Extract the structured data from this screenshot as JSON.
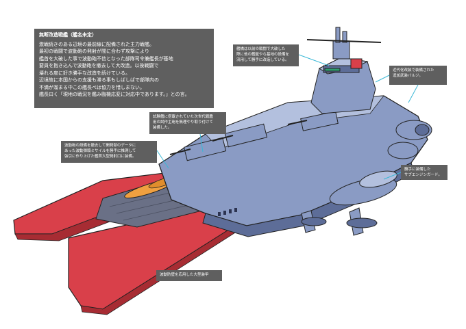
{
  "title": "無断改造戦艦（艦名未定）",
  "description": [
    "激戦続きのある辺境の最前線に配備された主力戦艦。",
    "最初の戦闘で波動砲の発射が間に合わず攻撃により",
    "艦首を大破した事で波動砲不信となった部隊司令兼艦長が基地",
    "要員を抱き込んで波動砲を撤去して大改造。以後戦闘で",
    "壊れる度に好き勝手な改造を続けている。",
    "辺境故に本国からの支援も滞る事もしばしばで部隊内の",
    "不満が溜まる中この艦長ぺは協力を惜しまない。",
    "艦長曰く「現地の戦況を鑑み臨機応変に対応中であります。」との言。"
  ],
  "annotations": {
    "bridge": [
      "艦橋は以前の戦闘で大破した",
      "際に他の艦艇やら基地の設備を",
      "流用して勝手に改造している。"
    ],
    "sensor": [
      "近代化改装で装備された",
      "追加武装バルジ。"
    ],
    "engine": [
      "試験艦に搭載されていた次世代戦艦",
      "用の試作主砲を無理やり取り付けて",
      "装備した。"
    ],
    "missile": [
      "波動砲の設備を撤去して開発部のデータに",
      "あった波動弾頭ミサイルを勝手に推測して",
      "強引に作り上げた艦首大型発射口に装備。"
    ],
    "subengine": [
      "勝手に装備した",
      "サブエンジンガード。"
    ],
    "cannon": [
      "波動防壁を応用した大型装甲"
    ]
  },
  "colors": {
    "hull": "#8a9bc4",
    "hull_dark": "#5d6d98",
    "hull_light": "#b3c0de",
    "armor": "#d9404a",
    "armor_dark": "#a72c33",
    "deck": "#6a7086",
    "missile": "#f0a040",
    "panel": "#5f5f5f",
    "leader": "#39b7d6"
  }
}
